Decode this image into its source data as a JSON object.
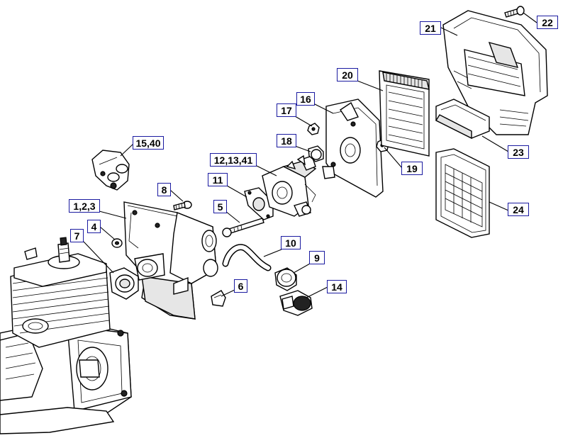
{
  "callouts": [
    {
      "id": "c1",
      "label": "21"
    },
    {
      "id": "c2",
      "label": "22"
    },
    {
      "id": "c3",
      "label": "20"
    },
    {
      "id": "c4",
      "label": "16"
    },
    {
      "id": "c5",
      "label": "17"
    },
    {
      "id": "c6",
      "label": "18"
    },
    {
      "id": "c7",
      "label": "19"
    },
    {
      "id": "c8",
      "label": "23"
    },
    {
      "id": "c9",
      "label": "24"
    },
    {
      "id": "c10",
      "label": "15,40"
    },
    {
      "id": "c11",
      "label": "12,13,41"
    },
    {
      "id": "c12",
      "label": "11"
    },
    {
      "id": "c13",
      "label": "8"
    },
    {
      "id": "c14",
      "label": "5"
    },
    {
      "id": "c15",
      "label": "1,2,3"
    },
    {
      "id": "c16",
      "label": "4"
    },
    {
      "id": "c17",
      "label": "7"
    },
    {
      "id": "c18",
      "label": "10"
    },
    {
      "id": "c19",
      "label": "9"
    },
    {
      "id": "c20",
      "label": "14"
    },
    {
      "id": "c21",
      "label": "6"
    }
  ],
  "colors": {
    "callout_border": "#1a1aa0",
    "line_art": "#000000",
    "background": "#ffffff"
  }
}
